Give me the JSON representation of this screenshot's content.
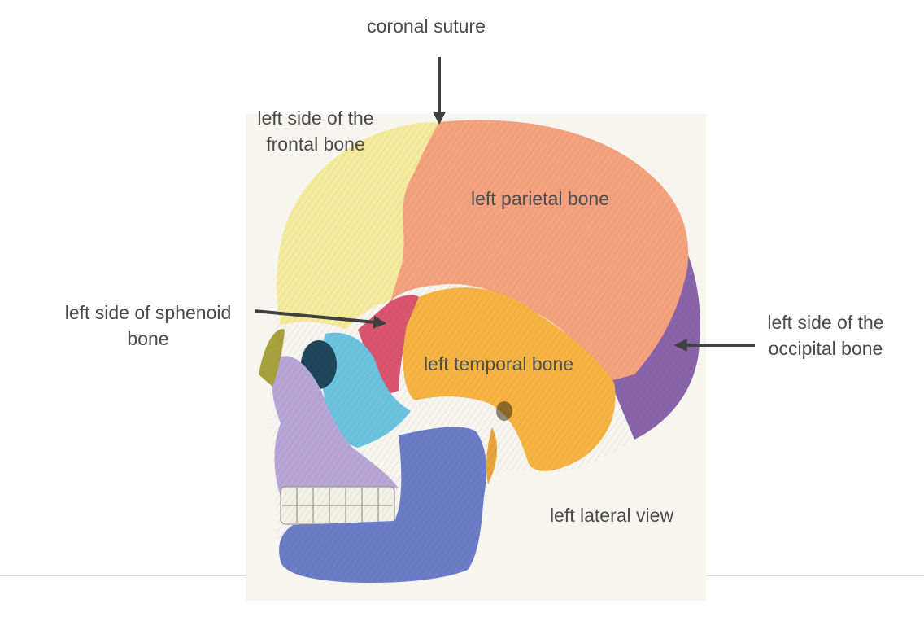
{
  "labels": {
    "coronal_suture": "coronal suture",
    "frontal_line1": "left side of the",
    "frontal_line2": "frontal bone",
    "parietal": "left parietal bone",
    "sphenoid_line1": "left side of sphenoid",
    "sphenoid_line2": "bone",
    "temporal": "left temporal bone",
    "occipital_line1": "left side of the",
    "occipital_line2": "occipital bone",
    "view": "left lateral view"
  },
  "colors": {
    "frontal": "#f4ec9c",
    "parietal": "#f5a27f",
    "temporal": "#f7b443",
    "sphenoid": "#d9566e",
    "occipital": "#8a64a8",
    "zygomatic": "#6cc3e0",
    "maxilla": "#b7a6d6",
    "mandible": "#6b7cc8",
    "arrow": "#404040"
  }
}
